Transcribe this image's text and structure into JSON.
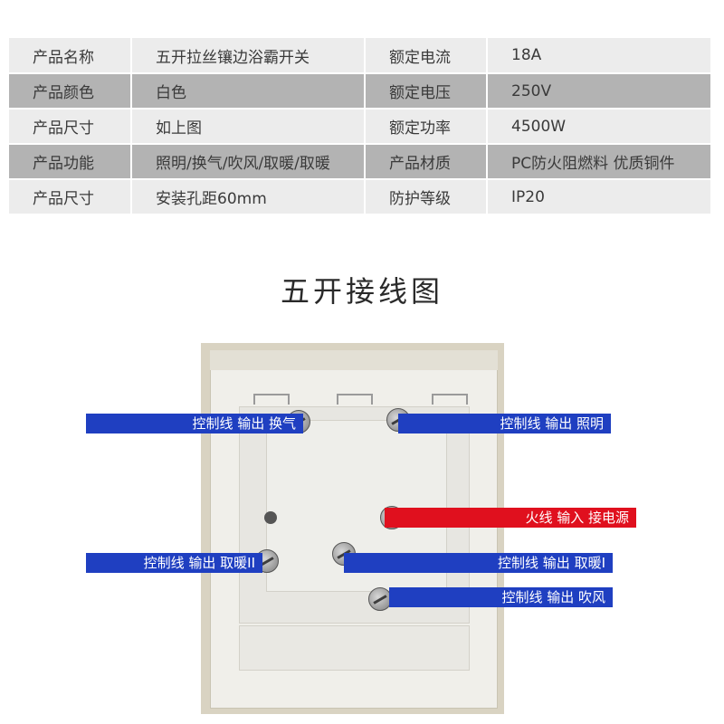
{
  "spec": {
    "rows": [
      [
        "产品名称",
        "五开拉丝镶边浴霸开关",
        "额定电流",
        "18A"
      ],
      [
        "产品颜色",
        "白色",
        "额定电压",
        "250V"
      ],
      [
        "产品尺寸",
        "如上图",
        "额定功率",
        "4500W"
      ],
      [
        "产品功能",
        "照明/换气/吹风/取暖/取暖",
        "产品材质",
        "PC防火阻燃料  优质铜件"
      ],
      [
        "产品尺寸",
        "安装孔距60mm",
        "防护等级",
        "IP20"
      ]
    ]
  },
  "diagram": {
    "title": "五开接线图",
    "labels": {
      "huanqi": "控制线 输出 换气",
      "zhaoming": "控制线 输出 照明",
      "huoxian": "火线 输入 接电源",
      "qunuan2": "控制线 输出 取暖II",
      "qunuan1": "控制线 输出 取暖I",
      "chuifeng": "控制线 输出 吹风"
    },
    "colors": {
      "control": "#1f3fc1",
      "live": "#e0101e"
    }
  }
}
